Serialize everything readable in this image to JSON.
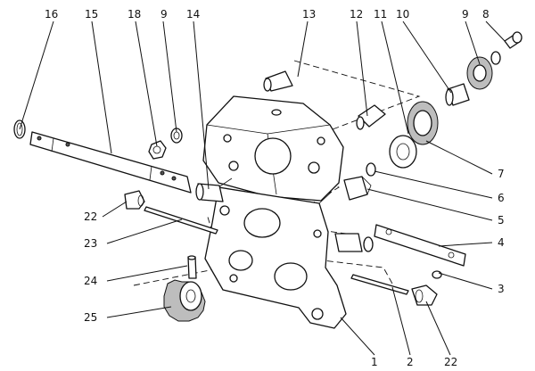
{
  "callouts": [
    {
      "id": "label-16",
      "text": "16"
    },
    {
      "id": "label-15",
      "text": "15"
    },
    {
      "id": "label-18",
      "text": "18"
    },
    {
      "id": "label-9a",
      "text": "9"
    },
    {
      "id": "label-14",
      "text": "14"
    },
    {
      "id": "label-13",
      "text": "13"
    },
    {
      "id": "label-12",
      "text": "12"
    },
    {
      "id": "label-11",
      "text": "11"
    },
    {
      "id": "label-10",
      "text": "10"
    },
    {
      "id": "label-9b",
      "text": "9"
    },
    {
      "id": "label-8",
      "text": "8"
    },
    {
      "id": "label-7",
      "text": "7"
    },
    {
      "id": "label-6",
      "text": "6"
    },
    {
      "id": "label-5",
      "text": "5"
    },
    {
      "id": "label-4",
      "text": "4"
    },
    {
      "id": "label-3",
      "text": "3"
    },
    {
      "id": "label-22a",
      "text": "22"
    },
    {
      "id": "label-23",
      "text": "23"
    },
    {
      "id": "label-24",
      "text": "24"
    },
    {
      "id": "label-25",
      "text": "25"
    },
    {
      "id": "label-1",
      "text": "1"
    },
    {
      "id": "label-2",
      "text": "2"
    },
    {
      "id": "label-22b",
      "text": "22"
    }
  ]
}
